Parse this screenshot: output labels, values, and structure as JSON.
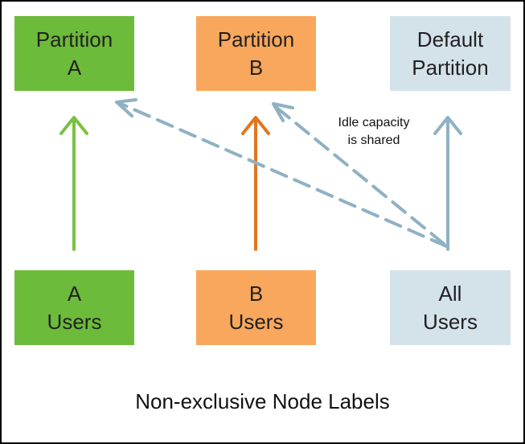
{
  "colors": {
    "partition_a": "#6dbb3a",
    "partition_b": "#f9a75d",
    "default_partition": "#d4e2ea",
    "arrow_a": "#7ac143",
    "arrow_b": "#e0761f",
    "arrow_all": "#8fb1c4",
    "shared_arrow": "#8fb1c4",
    "border": "#000000"
  },
  "partitions": [
    {
      "line1": "Partition",
      "line2": "A"
    },
    {
      "line1": "Partition",
      "line2": "B"
    },
    {
      "line1": "Default",
      "line2": "Partition"
    }
  ],
  "users": [
    {
      "line1": "A",
      "line2": "Users"
    },
    {
      "line1": "B",
      "line2": "Users"
    },
    {
      "line1": "All",
      "line2": "Users"
    }
  ],
  "shared_label": {
    "line1": "Idle capacity",
    "line2": "is shared"
  },
  "caption": "Non-exclusive Node Labels"
}
